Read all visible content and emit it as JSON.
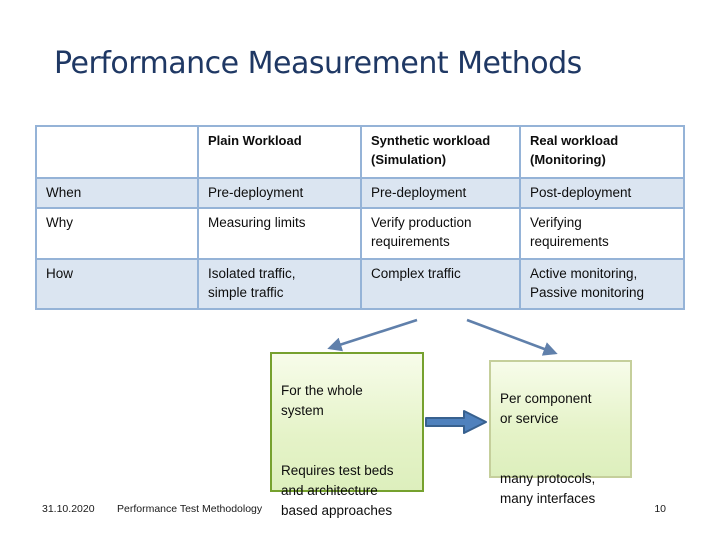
{
  "slide": {
    "title": "Performance Measurement Methods",
    "footer": {
      "date": "31.10.2020",
      "deck_title": "Performance Test Methodology",
      "page_number": "10"
    }
  },
  "table": {
    "columns": [
      "",
      "Plain Workload",
      "Synthetic workload\n(Simulation)",
      "Real workload\n(Monitoring)"
    ],
    "rows": [
      {
        "label": "When",
        "cells": [
          "Pre-deployment",
          "Pre-deployment",
          "Post-deployment"
        ]
      },
      {
        "label": "Why",
        "cells": [
          "Measuring limits",
          "Verify production\nrequirements",
          "Verifying\nrequirements"
        ]
      },
      {
        "label": "How",
        "cells": [
          "Isolated traffic,\nsimple traffic",
          "Complex traffic",
          "Active monitoring,\nPassive monitoring"
        ]
      }
    ]
  },
  "callouts": {
    "left_box": {
      "top_text": "For the whole\nsystem",
      "bottom_text": "Requires test beds\nand architecture\nbased approaches"
    },
    "right_box": {
      "top_text": "Per component\nor service",
      "bottom_text": "many protocols,\nmany interfaces"
    }
  },
  "icons": {
    "connector_left": "thin-arrow-down-left",
    "connector_right": "thin-arrow-down-right",
    "block_arrow": "block-arrow-right"
  },
  "colors": {
    "title_text": "#1f3864",
    "table_border": "#95b3d7",
    "band_fill": "#dbe5f1",
    "connector_arrow": "#6080ab",
    "block_arrow_fill": "#4f81bd",
    "block_arrow_border": "#38618f",
    "box_fill_top": "#f7fcea",
    "box_fill_bottom": "#ddefbd",
    "left_box_border": "#76a12e",
    "right_box_border": "#c5cf9b"
  }
}
